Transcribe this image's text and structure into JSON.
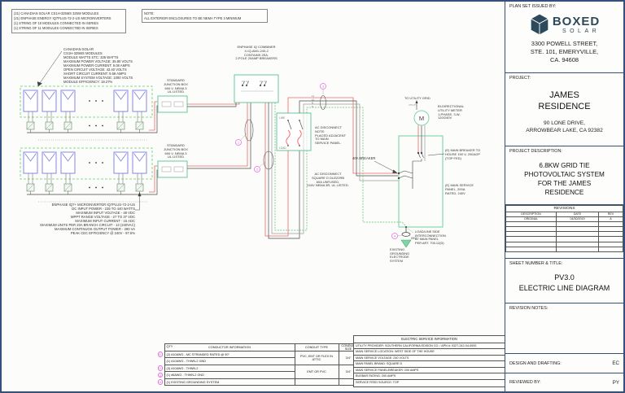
{
  "colors": {
    "wire_red": "#ef6666",
    "wire_ground_green": "#55c06a",
    "equipment_green": "#57c495",
    "array_dash_green": "#5ecf6e",
    "module_blue": "#7b7bdf",
    "marker_magenta": "#e66ee6",
    "logo_navy": "#2d4a5c",
    "border_navy": "#33517a"
  },
  "sheet": {
    "top_notes": [
      "(21) CANADIAN SOLAR CS1H-325MS 325W MODULES",
      "(21) ENPHASE ENERGY IQ7PLUS-72-2-US MICROINVERTERS",
      "(1) STRING OF 10 MODULES CONNECTED IN SERIES",
      "(1) STRING OF 11 MODULES CONNECTED IN SERIES"
    ],
    "enclosure_note": "NOTE:\nALL EXTERIOR ENCLOSURES TO BE NEMA TYPE 3 MINIMUM"
  },
  "module_specs": "CANADIAN SOLAR\nCS1H-325MS MODULES\nMODULE WATTS STC: 325 WATTS\nMAXIMUM POWER VOLTAGE: 35.80 VOLTS\nMAXIMUM POWER CURRENT: 9.08 AMPS\nOPEN CIRCUIT VOLTAGE: 43.40 VOLTS\nSHORT CIRCUIT CURRENT: 9.59 AMPS\nMAXIMUM SYSTEM VOLTAGE: 1000 VOLTS\nMODULE EFFICIENCY: 19.27%",
  "inverter_specs": "ENPHASE IQ7+ MICROINVERTER IQ7PLUS-72-2-US\nDC INPUT POWER - 235 TO 440 WATTS\nMAXIMUM INPUT VOLTAGE - 48 VDC\nMPPT RANGE VOLTAGE - 27 TO 37 VDC\nMAXIMUM INPUT CURRENT - 15 ADC\nMAXIMUM UNITS PER 20A BRANCH CIRCUIT - 13 (240VAC)\nMAXIMUM CONTINUOS OUTPUT POWER - 290 VA\nPEAK CEC EFFICIENCY @ 240V - 97.5%",
  "labels": {
    "junction_box_1": "STANDARD\nJUNCTION BOX\n600 V, NEMA 3\nUL LISTED",
    "junction_box_2": "STANDARD\nJUNCTION BOX\n600 V, NEMA 3\nUL LISTED",
    "combiner": "ENPHASE IQ COMBINER\nX-IQ-AM1-240-2\nCONTAINS 2EA.\n2-POLE 20AMP BREAKERS",
    "ac_disconnect_note": "AC DISCONNECT\nNOTE:\nPLACED ADJACENT\nTO MAIN\nSERVICE PANEL.",
    "ac_disconnect_spec": "AC DISCONNECT\nSQUARE D DU222RB\n60A UNFUSED,\n240V NEMA 3R, UL LISTED.",
    "line": "LINE",
    "load": "LOAD",
    "wire_l1": "L1",
    "wire_l2": "L2",
    "wire_n": "N",
    "wire_g": "G",
    "to_utility_grid": "TO UTILITY GRID",
    "utility": "UTILITY",
    "meter": "M",
    "meter_desc": "BI-DIRECTIONAL\nUTILITY METER\n1-PHASE, 3-W,\n120/240V",
    "breaker_40a": "40A BREAKER",
    "main_breaker": "(E) MAIN BREAKER TO\nHOUSE 150 V, 200A/2P\n(TOP FED)",
    "main_panel": "(E) MAIN SERVICE\nPANEL, 200A\nRATED, 240V",
    "interconnection": "LOAD/LINE SIDE\nINTERCONNECTION\nAT MAIN PANEL\nPER ART. 705.12(D)",
    "gec": "GEC",
    "grounding": "EXISTING\nGROUNDING\nELECTRODE\nSYSTEM",
    "markers": [
      "1",
      "2",
      "3",
      "4"
    ]
  },
  "conductor_table": {
    "headers": {
      "qty": "QTY",
      "info": "CONDUCTOR INFORMATION",
      "type": "CONDUIT TYPE",
      "size": "CONDUIT\nSIZE"
    },
    "rows": [
      {
        "marker": "1",
        "info": "(2) #10AWG - MC STRANDED RATED @ 90°",
        "type": "PVC, EMT OR FLEX IN ATTIC",
        "size": "3/4\""
      },
      {
        "marker": "",
        "info": "(1) #10AWG - THWN-2 GND",
        "type": "",
        "size": ""
      },
      {
        "marker": "2",
        "info": "(3) #10AWG - THWN-2",
        "type": "EMT OR PVC",
        "size": "3/4\""
      },
      {
        "marker": "3",
        "info": "(1) #6AWG - THWN-2 GND",
        "type": "",
        "size": ""
      },
      {
        "marker": "4",
        "info": "(1) EXISTING GROUNDING SYSTEM",
        "type": "",
        "size": ""
      }
    ]
  },
  "service_table": {
    "title": "ELECTRIC SERVICE INFORMATION",
    "rows": [
      "UTILITY PROVIDER: SOUTHERN CALIFORNIA EDISON CO. / APN #: 0327-242-04-0000",
      "MAIN SERVICE LOCATION: WEST SIDE OF THE HOUSE",
      "MAIN SERVICE VOLTAGE: 240 VOLTS",
      "MAIN PANEL BRAND: SQUARE D",
      "MAIN SERVICE PANEL/BREAKER: 200 AMPS",
      "BUSBAR RATING: 200 AMPS",
      "SERVICE FEED SOURCE: TOP"
    ]
  },
  "titleblock": {
    "issued_by_label": "PLAN SET ISSUED BY:",
    "logo_name": "BOXED",
    "logo_sub": "SOLAR",
    "address": "3300 POWELL STREET,\nSTE. 101, EMERYVILLE,\nCA. 94608",
    "project_label": "PROJECT:",
    "project_name": "JAMES\nRESIDENCE",
    "project_address": "90 LONE  DRIVE,\nARROWBEAR LAKE, CA 92382",
    "description_label": "PROJECT DESCRIPTION:",
    "description": "6.8KW GRID TIE\nPHOTOVOLTAIC SYSTEM\nFOR THE JAMES\nRESIDENCE",
    "revisions": {
      "title": "REVISIONS",
      "cols": [
        "DESCRIPTION",
        "DATE",
        "REV"
      ],
      "rows": [
        [
          "ORIGINAL",
          "04/30/2019",
          "A"
        ]
      ]
    },
    "sheet_label": "SHEET NUMBER & TITLE:",
    "sheet_number": "PV3.0",
    "sheet_title": "ELECTRIC LINE DIAGRAM",
    "revision_notes_label": "REVISION NOTES:",
    "design_label": "DESIGN AND DRAFTING:",
    "design_value": "EC",
    "reviewed_label": "REVIEWED BY:",
    "reviewed_value": "PY"
  }
}
